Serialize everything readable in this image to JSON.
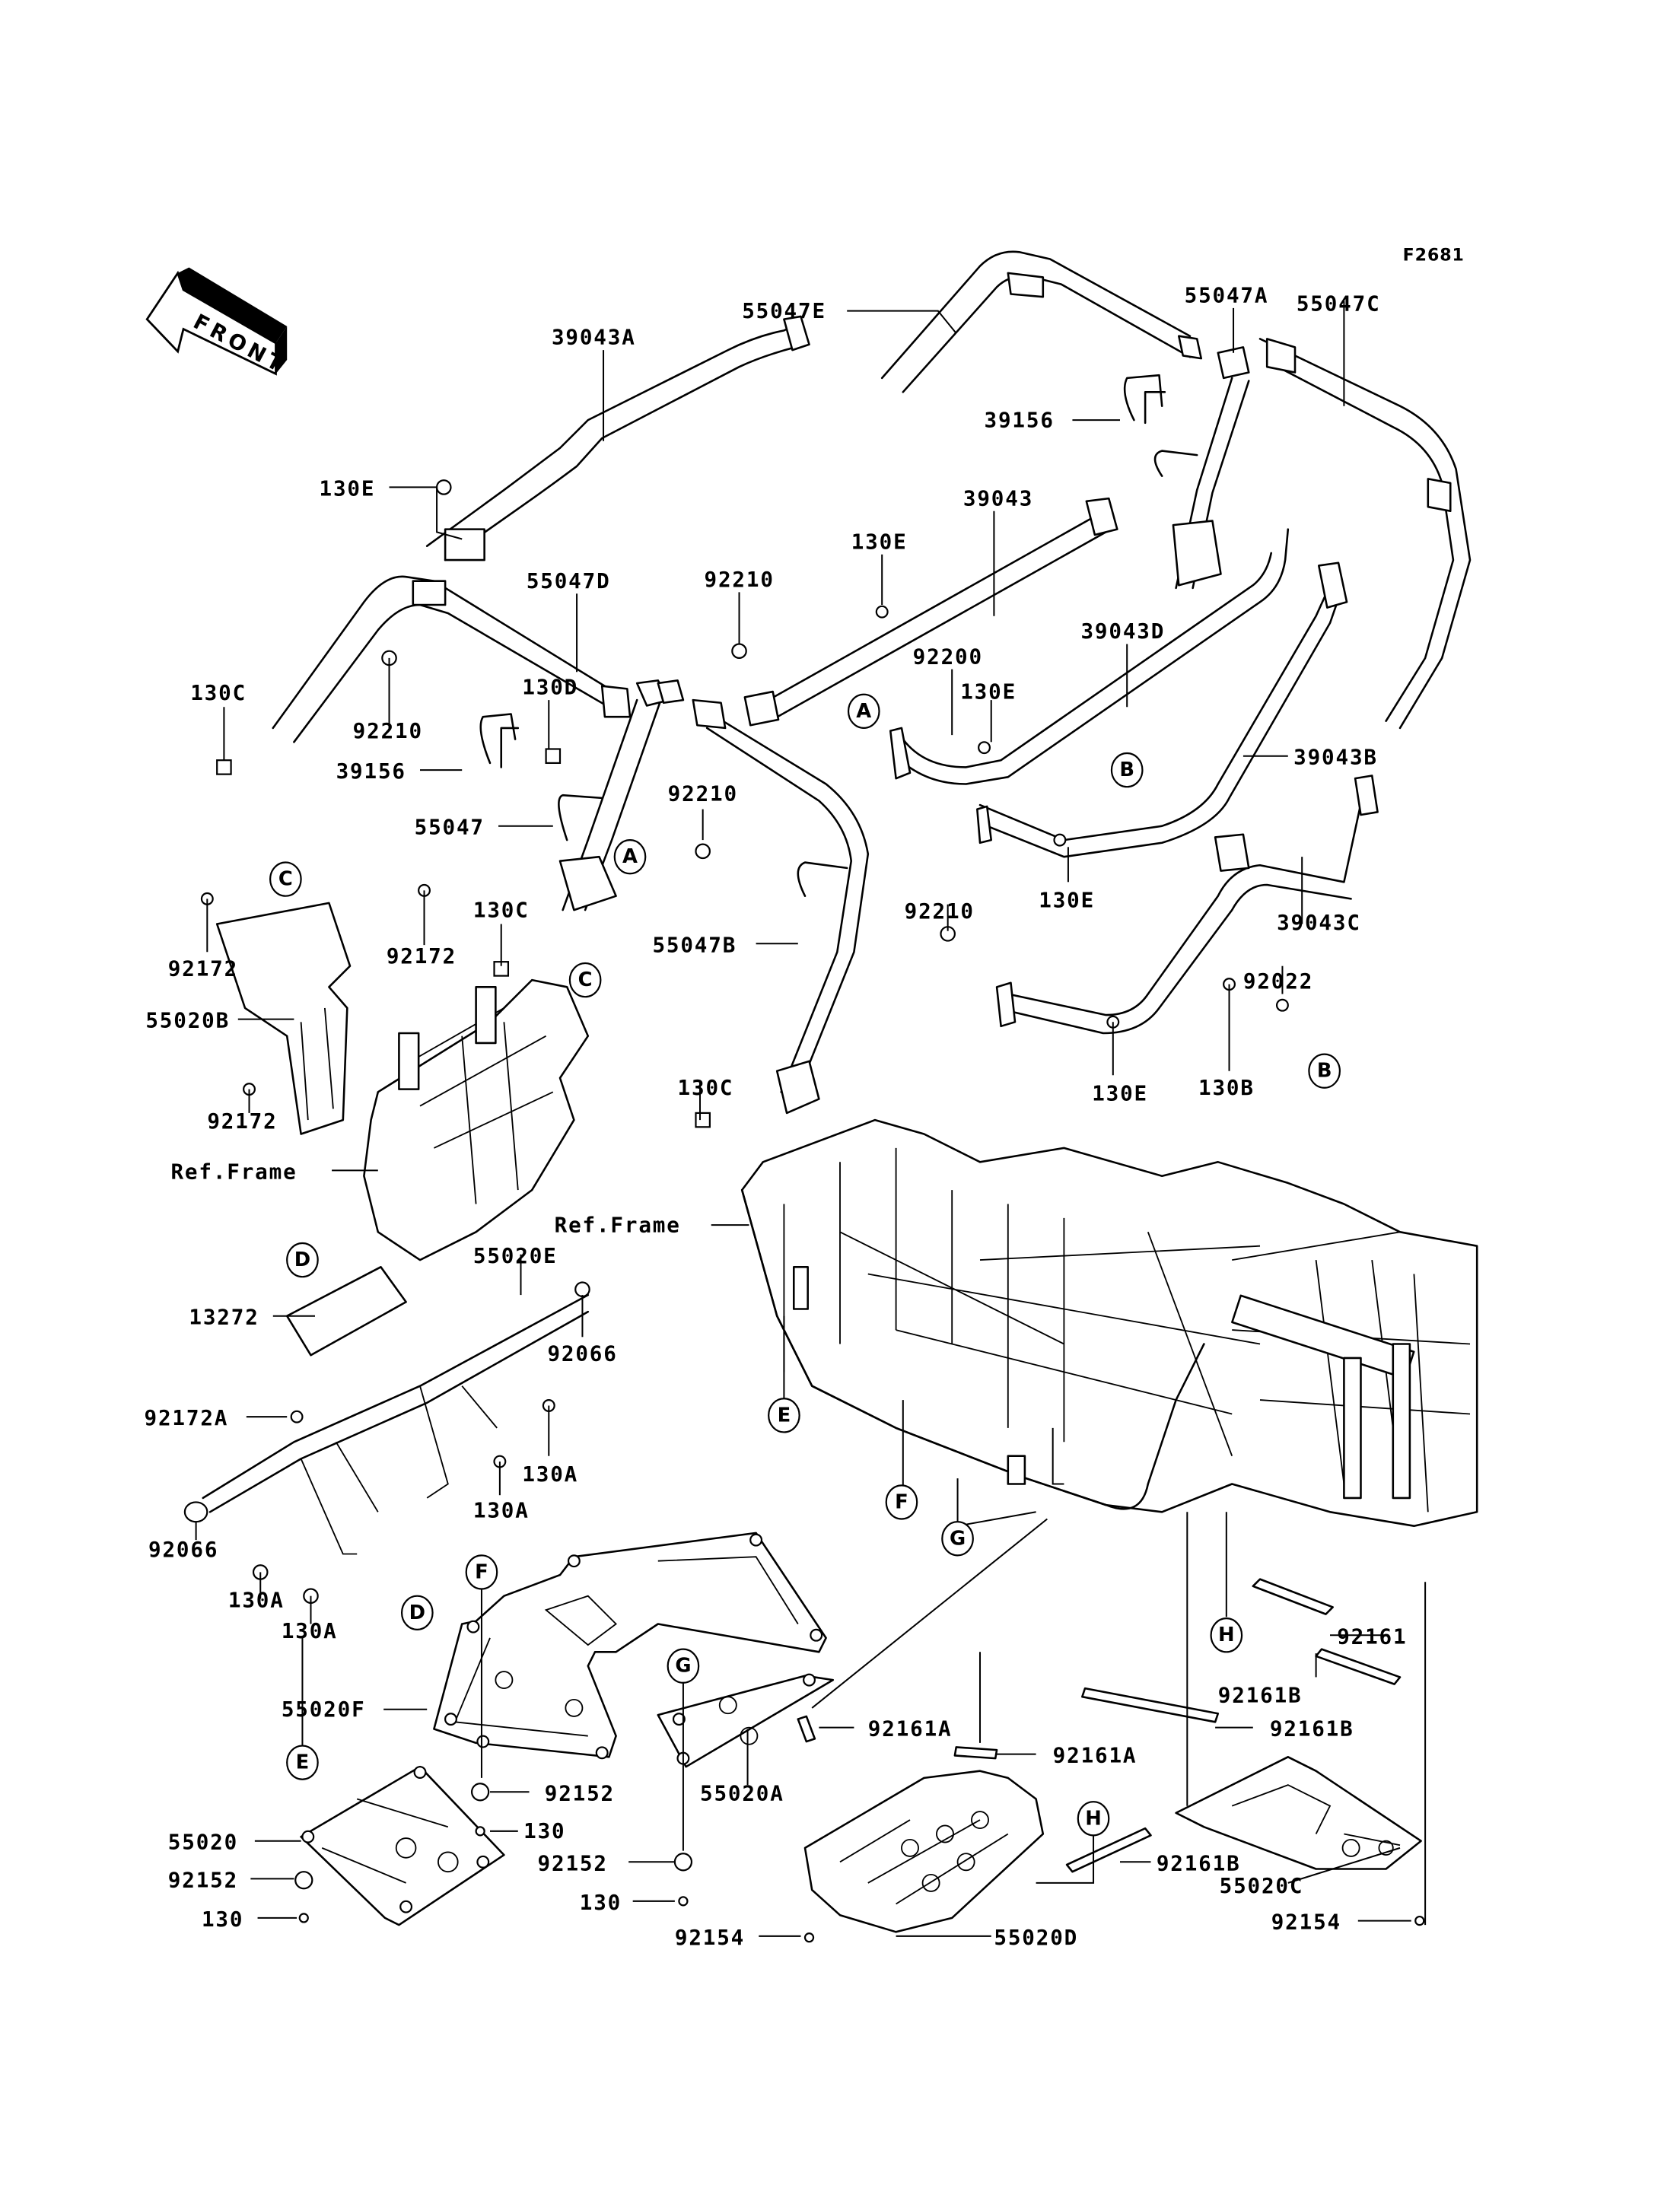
{
  "diagram": {
    "figure_code": "F2681",
    "front_indicator": "FRONT",
    "reference_labels": {
      "ref_frame_left": "Ref.Frame",
      "ref_frame_right": "Ref.Frame"
    },
    "connection_markers": [
      "A",
      "B",
      "C",
      "D",
      "E",
      "F",
      "G",
      "H"
    ],
    "callouts": [
      {
        "id": "c01",
        "part": "55047E"
      },
      {
        "id": "c02",
        "part": "55047A"
      },
      {
        "id": "c03",
        "part": "55047C"
      },
      {
        "id": "c04",
        "part": "39043A"
      },
      {
        "id": "c05",
        "part": "39156"
      },
      {
        "id": "c06",
        "part": "130E"
      },
      {
        "id": "c07",
        "part": "39043"
      },
      {
        "id": "c08",
        "part": "55047D"
      },
      {
        "id": "c09",
        "part": "92210"
      },
      {
        "id": "c10",
        "part": "130E"
      },
      {
        "id": "c11",
        "part": "39043D"
      },
      {
        "id": "c12",
        "part": "92200"
      },
      {
        "id": "c13",
        "part": "130E"
      },
      {
        "id": "c14",
        "part": "130C"
      },
      {
        "id": "c15",
        "part": "130D"
      },
      {
        "id": "c16",
        "part": "92210"
      },
      {
        "id": "c17",
        "part": "39156"
      },
      {
        "id": "c18",
        "part": "39043B"
      },
      {
        "id": "c19",
        "part": "55047"
      },
      {
        "id": "c20",
        "part": "92210"
      },
      {
        "id": "c21",
        "part": "130E"
      },
      {
        "id": "c22",
        "part": "130C"
      },
      {
        "id": "c23",
        "part": "39043C"
      },
      {
        "id": "c24",
        "part": "92172"
      },
      {
        "id": "c25",
        "part": "92172"
      },
      {
        "id": "c26",
        "part": "55020B"
      },
      {
        "id": "c27",
        "part": "55047B"
      },
      {
        "id": "c28",
        "part": "92210"
      },
      {
        "id": "c29",
        "part": "92022"
      },
      {
        "id": "c30",
        "part": "92172"
      },
      {
        "id": "c31",
        "part": "130C"
      },
      {
        "id": "c32",
        "part": "130E"
      },
      {
        "id": "c33",
        "part": "130B"
      },
      {
        "id": "c34",
        "part": "55020E"
      },
      {
        "id": "c35",
        "part": "13272"
      },
      {
        "id": "c36",
        "part": "92066"
      },
      {
        "id": "c37",
        "part": "92172A"
      },
      {
        "id": "c38",
        "part": "130A"
      },
      {
        "id": "c39",
        "part": "130A"
      },
      {
        "id": "c40",
        "part": "92066"
      },
      {
        "id": "c41",
        "part": "130A"
      },
      {
        "id": "c42",
        "part": "130A"
      },
      {
        "id": "c43",
        "part": "92161"
      },
      {
        "id": "c44",
        "part": "92161B"
      },
      {
        "id": "c45",
        "part": "55020F"
      },
      {
        "id": "c46",
        "part": "92161A"
      },
      {
        "id": "c47",
        "part": "92161B"
      },
      {
        "id": "c48",
        "part": "92161A"
      },
      {
        "id": "c49",
        "part": "92152"
      },
      {
        "id": "c50",
        "part": "55020A"
      },
      {
        "id": "c51",
        "part": "130"
      },
      {
        "id": "c52",
        "part": "55020"
      },
      {
        "id": "c53",
        "part": "92152"
      },
      {
        "id": "c54",
        "part": "92161B"
      },
      {
        "id": "c55",
        "part": "92152"
      },
      {
        "id": "c56",
        "part": "55020C"
      },
      {
        "id": "c57",
        "part": "130"
      },
      {
        "id": "c58",
        "part": "130"
      },
      {
        "id": "c59",
        "part": "92154"
      },
      {
        "id": "c60",
        "part": "55020D"
      },
      {
        "id": "c61",
        "part": "92154"
      }
    ]
  }
}
